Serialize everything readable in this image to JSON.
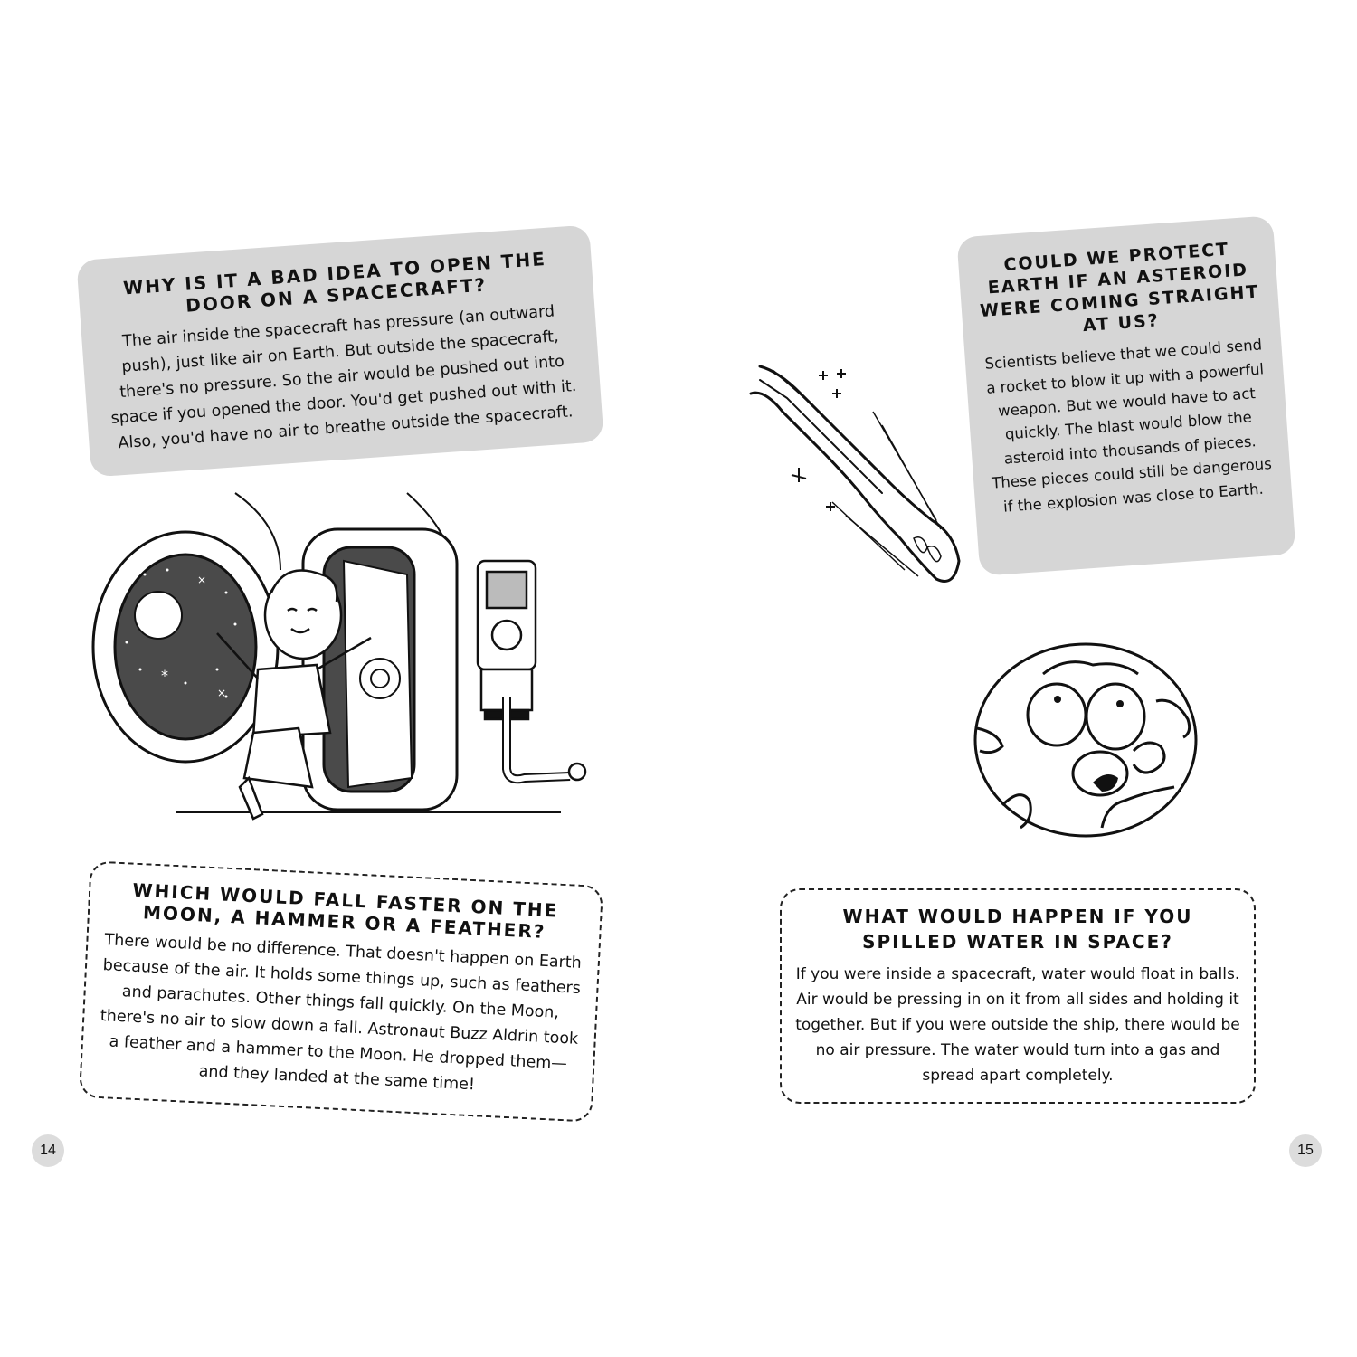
{
  "left_page": {
    "page_number": "14",
    "card_door": {
      "title": "Why is it a bad idea to open the door on a spacecraft?",
      "body": "The air inside the spacecraft has pressure (an outward push), just like air on Earth. But outside the spacecraft, there's no pressure. So the air would be pushed out into space if you opened the door. You'd get pushed out with it. Also, you'd have no air to breathe outside the spacecraft."
    },
    "illustration": "boy-pushing-spacecraft-door",
    "card_hammer": {
      "title": "Which would fall faster on the Moon, a hammer or a feather?",
      "body": "There would be no difference. That doesn't happen on Earth because of the air. It holds some things up, such as feathers and parachutes. Other things fall quickly. On the Moon, there's no air to slow down a fall. Astronaut Buzz Aldrin took a feather and a hammer to the Moon. He dropped them—and they landed at the same time!"
    }
  },
  "right_page": {
    "page_number": "15",
    "card_asteroid": {
      "title": "Could we protect Earth if an asteroid were coming straight at us?",
      "body": "Scientists believe that we could send a rocket to blow it up with a powerful weapon. But we would have to act quickly. The blast would blow the asteroid into thousands of pieces. These pieces could still be dangerous if the explosion was close to Earth."
    },
    "illustrations": [
      "falling-asteroid",
      "scared-earth"
    ],
    "card_water": {
      "title": "What would happen if you spilled water in space?",
      "body": "If you were inside a spacecraft, water would float in balls. Air would be pressing in on it from all sides and holding it together. But if you were outside the ship, there would be no air pressure. The water would turn into a gas and spread apart completely."
    }
  },
  "colors": {
    "card_gray": "#d6d6d6",
    "ink": "#111111",
    "window_dark": "#4a4a4a",
    "page_badge": "#dcdcdc"
  }
}
